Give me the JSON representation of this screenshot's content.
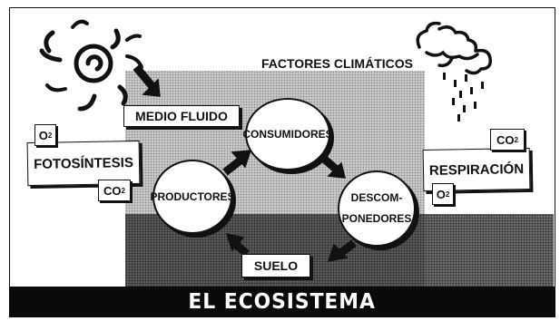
{
  "title": "EL ECOSISTEMA",
  "labels": {
    "medio_fluido": "MEDIO FLUIDO",
    "factores": "FACTORES CLIMÁTICOS",
    "suelo": "SUELO",
    "fotosintesis": "FOTOSÍNTESIS",
    "respiracion": "RESPIRACIÓN"
  },
  "nodes": {
    "consumidores": "CONSUMIDORES",
    "productores": "PRODUCTORES",
    "descomponedores_1": "DESCOM-",
    "descomponedores_2": "PONEDORES"
  },
  "gases": {
    "oxygen": "O",
    "oxygen_sub": "2",
    "carbon": "CO",
    "carbon_sub": "2"
  },
  "icons": [
    "sun-icon",
    "rain-cloud-icon",
    "arrow-icon"
  ],
  "colors": {
    "medio_background": "#c9c9c9",
    "suelo_background": "#5a5a5a",
    "title_bar": "#0a0a0a"
  }
}
